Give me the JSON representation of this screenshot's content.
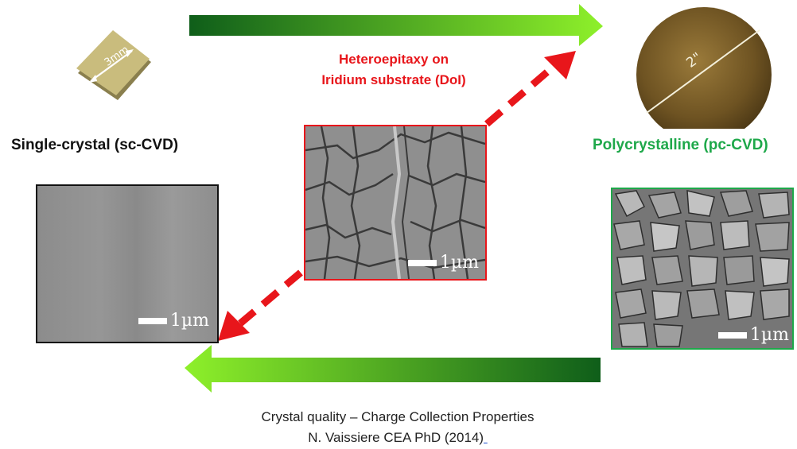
{
  "top_arrow": {
    "direction": "right",
    "gradient": [
      "#0f5e1a",
      "#8ef02a"
    ]
  },
  "bottom_arrow": {
    "direction": "left",
    "gradient": [
      "#8ef02a",
      "#0f5e1a"
    ]
  },
  "heteroepitaxy_label": {
    "line1": "Heteroepitaxy on",
    "line2": "Iridium substrate (DoI)",
    "color": "#e8161b"
  },
  "single_crystal": {
    "title": "Single-crystal (sc-CVD)",
    "chip_label": "3mm",
    "scale_label": "1µm"
  },
  "polycrystalline": {
    "title": "Polycrystalline (pc-CVD)",
    "title_color": "#1ea84a",
    "wafer_label": "2\"",
    "scale_label": "1µm"
  },
  "heteroepitaxy_image": {
    "scale_label": "1µm",
    "border_color": "#e8161b"
  },
  "caption": {
    "line1": "Crystal quality – Charge Collection Properties",
    "line2": "N. Vaissiere CEA PhD (2014)"
  }
}
